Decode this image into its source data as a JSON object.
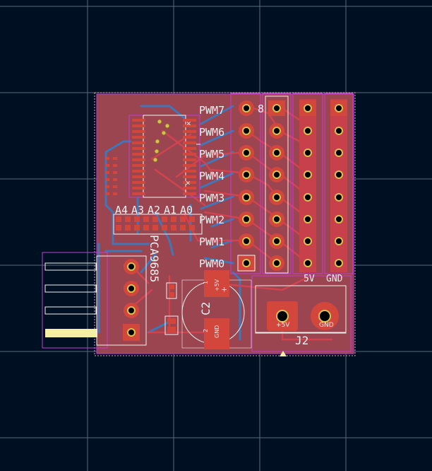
{
  "colors": {
    "background": "#001023",
    "grid": "#8f9aa6",
    "board_copper": "#9b4550",
    "front_trace": "#c8404a",
    "back_trace": "#3f77b8",
    "silkscreen": "#f2f2f2",
    "courtyard": "#c43cd0",
    "pad": "#d2463c",
    "drill_ring": "#d9c24c",
    "highlight": "#f5efa5"
  },
  "pwm_labels": [
    "PWM7",
    "PWM6",
    "PWM5",
    "PWM4",
    "PWM3",
    "PWM2",
    "PWM1",
    "PWM0"
  ],
  "header_count_label": "8",
  "analog_labels": [
    "A4",
    "A3",
    "A2",
    "A1",
    "A0"
  ],
  "ic_label": "PCA9685",
  "connector_label": "J2",
  "rail_labels": [
    "5V",
    "GND"
  ],
  "terminal_pads": [
    "+5V",
    "GND"
  ],
  "capacitor": {
    "ref": "C2",
    "pins": [
      "1",
      "2"
    ],
    "pin_nets": [
      "+5V",
      "GND"
    ],
    "polarity": "+"
  },
  "cross_marker": "×"
}
